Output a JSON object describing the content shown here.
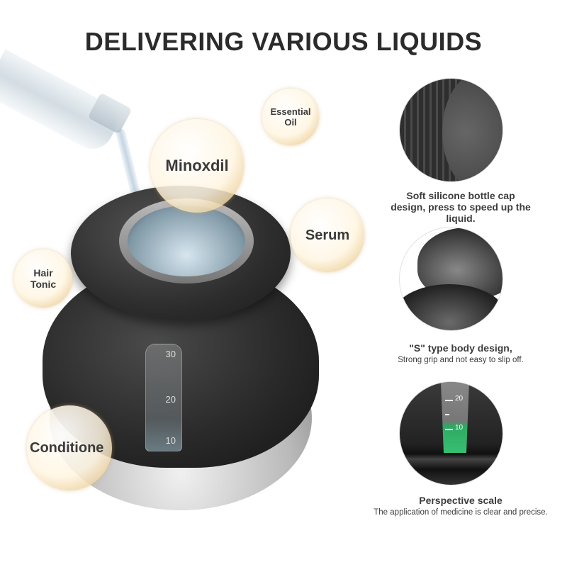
{
  "title": "DELIVERING VARIOUS LIQUIDS",
  "bubbles": {
    "minoxidil": "Minoxdil",
    "essential_oil": "Essential Oil",
    "serum": "Serum",
    "hair_tonic": "Hair Tonic",
    "conditioner": "Conditione"
  },
  "product_scale": [
    "30",
    "20",
    "10"
  ],
  "features": [
    {
      "heading": "Soft silicone bottle cap design, press to speed up the liquid.",
      "sub": ""
    },
    {
      "heading": "\"S\" type body design,",
      "sub": "Strong grip and not easy to slip off."
    },
    {
      "heading": "Perspective scale",
      "sub": "The application of medicine is clear and precise."
    }
  ],
  "detail_scale": [
    "20",
    "10"
  ]
}
